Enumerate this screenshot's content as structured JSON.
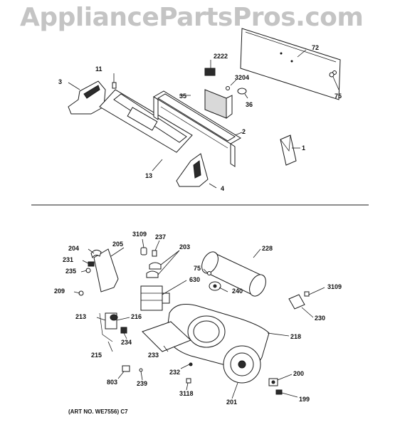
{
  "watermark": "AppliancePartsPros.com",
  "art_number": "(ART NO. WE7556)  C7",
  "upper_labels": {
    "p3": "3",
    "p11": "11",
    "p2222": "2222",
    "p3204": "3204",
    "p72": "72",
    "p75a": "75",
    "p35": "35",
    "p36": "36",
    "p2": "2",
    "p1": "1",
    "p13": "13",
    "p4": "4"
  },
  "lower_labels": {
    "p3109a": "3109",
    "p237": "237",
    "p205": "205",
    "p204": "204",
    "p203": "203",
    "p228": "228",
    "p231": "231",
    "p235": "235",
    "p75b": "75",
    "p630": "630",
    "p240": "240",
    "p209": "209",
    "p3109b": "3109",
    "p213": "213",
    "p216": "216",
    "p230": "230",
    "p234": "234",
    "p218": "218",
    "p215": "215",
    "p233": "233",
    "p232": "232",
    "p200": "200",
    "p803": "803",
    "p239": "239",
    "p3118": "3118",
    "p201": "201",
    "p199": "199"
  }
}
